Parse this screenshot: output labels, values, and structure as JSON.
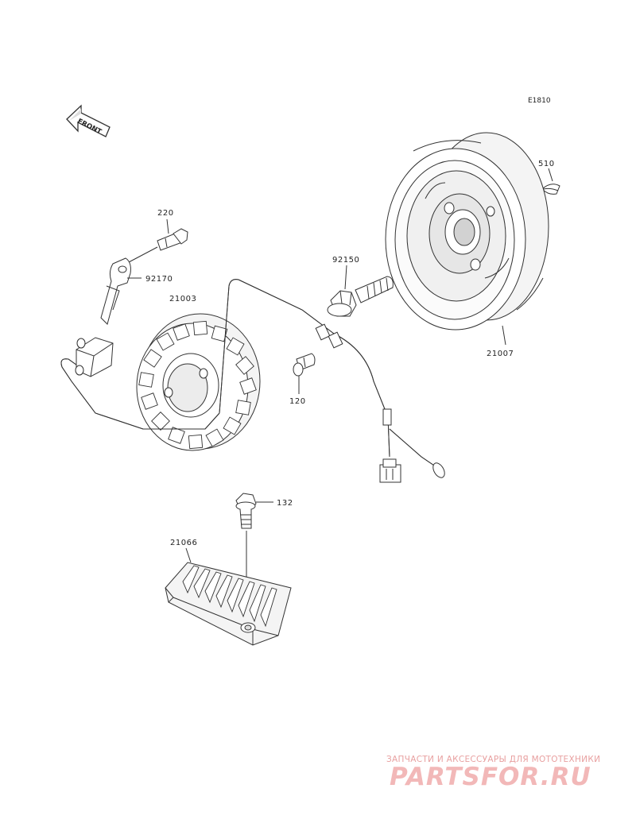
{
  "diagram": {
    "code": "E1810",
    "front_arrow_label": "FRONT",
    "callouts": {
      "p220": "220",
      "p92170": "92170",
      "p21003": "21003",
      "p92150": "92150",
      "p120": "120",
      "p510": "510",
      "p21007": "21007",
      "p132": "132",
      "p21066": "21066"
    }
  },
  "watermark": {
    "tagline": "ЗАПЧАСТИ И АКСЕССУАРЫ ДЛЯ МОТОТЕХНИКИ",
    "logo_text": "PARTSFOR.RU"
  }
}
